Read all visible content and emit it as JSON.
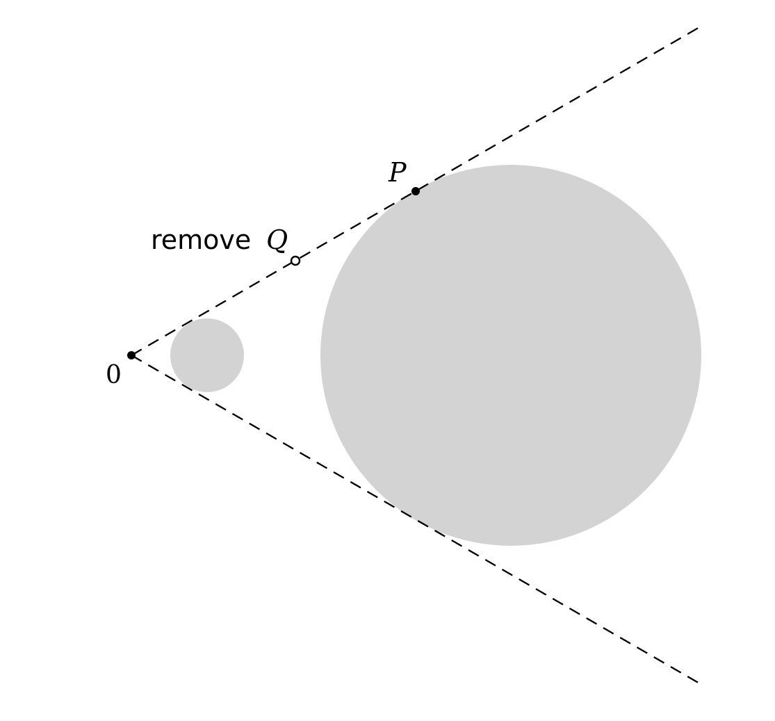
{
  "labels": {
    "origin": "0",
    "point_p": "P",
    "remove_text": "remove",
    "point_q": "Q"
  },
  "colors": {
    "region_fill": "#d3d3d3",
    "line": "#000000",
    "background": "#ffffff"
  }
}
